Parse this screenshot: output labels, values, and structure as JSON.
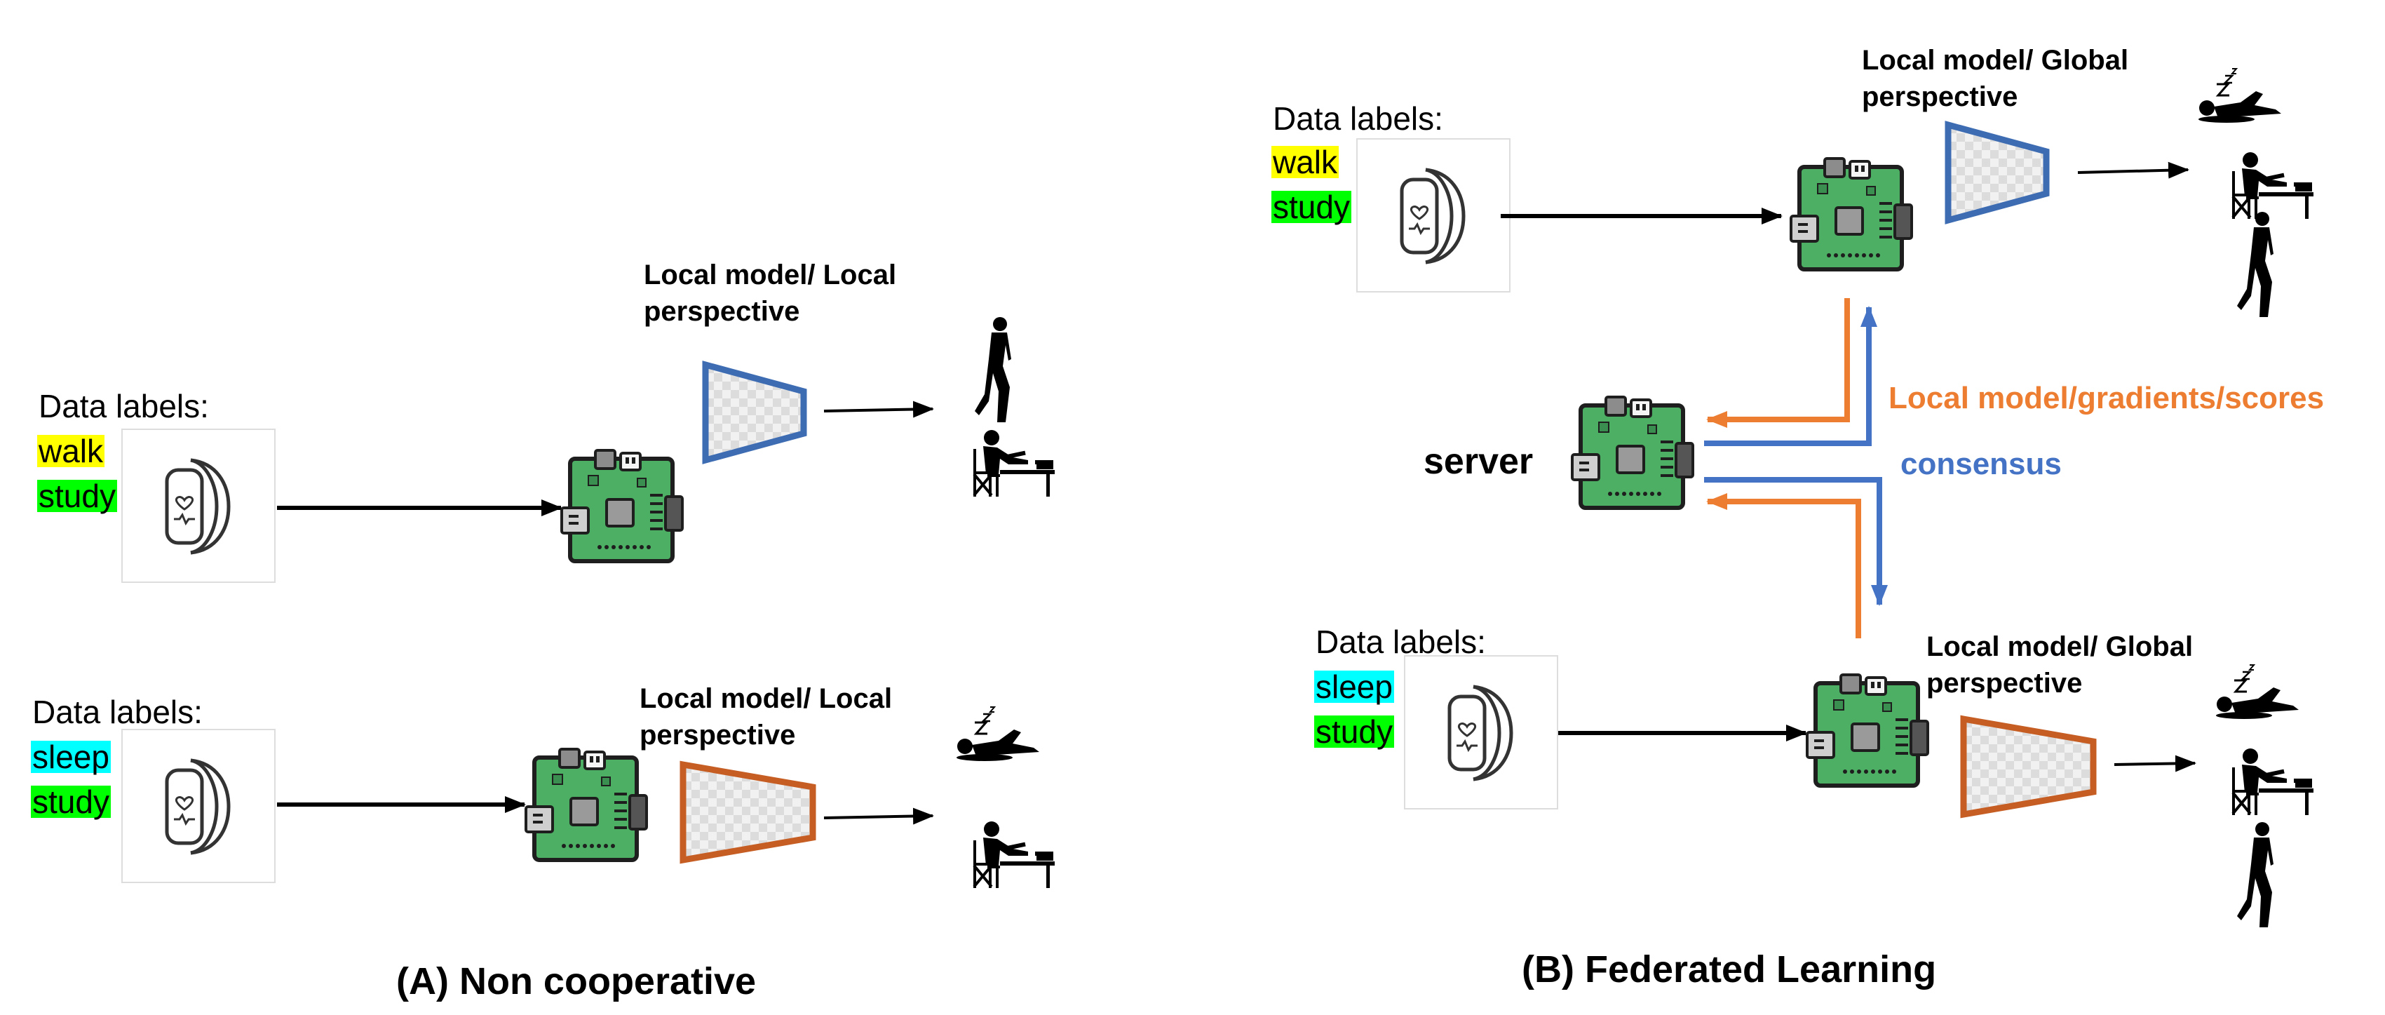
{
  "colors": {
    "walk_highlight": "#FFFF00",
    "study_highlight": "#00FF00",
    "sleep_highlight": "#00FFFF",
    "local_model_blue": "#3D6CB3",
    "local_model_orange": "#C65E24",
    "upload_arrow": "#ED7D31",
    "consensus_arrow": "#4472C4",
    "board_green": "#4CAF64"
  },
  "panel_a": {
    "caption": "(A) Non cooperative",
    "node1": {
      "title": "Data labels:",
      "tags": [
        "walk",
        "study"
      ],
      "model_caption": "Local model/ Local perspective",
      "output_activities": [
        "walk-icon",
        "study-icon"
      ]
    },
    "node2": {
      "title": "Data labels:",
      "tags": [
        "sleep",
        "study"
      ],
      "model_caption": "Local model/ Local perspective",
      "output_activities": [
        "sleep-icon",
        "study-icon"
      ]
    }
  },
  "panel_b": {
    "caption": "(B) Federated Learning",
    "server_label": "server",
    "upload_label": "Local model/gradients/scores",
    "consensus_label": "consensus",
    "node1": {
      "title": "Data labels:",
      "tags": [
        "walk",
        "study"
      ],
      "model_caption": "Local model/ Global perspective",
      "output_activities": [
        "sleep-icon",
        "study-icon",
        "walk-icon"
      ]
    },
    "node2": {
      "title": "Data labels:",
      "tags": [
        "sleep",
        "study"
      ],
      "model_caption": "Local model/ Global perspective",
      "output_activities": [
        "sleep-icon",
        "study-icon",
        "walk-icon"
      ]
    }
  },
  "icons": [
    "wearable-band-icon",
    "edge-board-icon",
    "model-trapezoid-icon",
    "walk-icon",
    "study-icon",
    "sleep-icon"
  ]
}
